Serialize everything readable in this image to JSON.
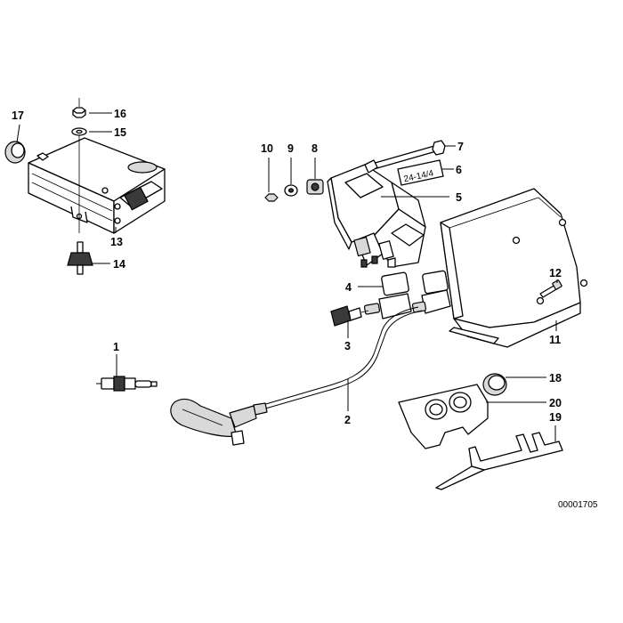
{
  "diagram_ref": "00001705",
  "callouts": {
    "c1": "1",
    "c2": "2",
    "c3": "3",
    "c4": "4",
    "c5": "5",
    "c6": "6",
    "c7": "7",
    "c8": "8",
    "c9": "9",
    "c10": "10",
    "c11": "11",
    "c12": "12",
    "c13": "13",
    "c14": "14",
    "c15": "15",
    "c16": "16",
    "c17": "17",
    "c18": "18",
    "c19": "19",
    "c20": "20"
  },
  "sticker_text": "24-14/4",
  "colors": {
    "line": "#000000",
    "shade": "#d9d9d9",
    "dark": "#3a3a3a",
    "background": "#ffffff"
  }
}
